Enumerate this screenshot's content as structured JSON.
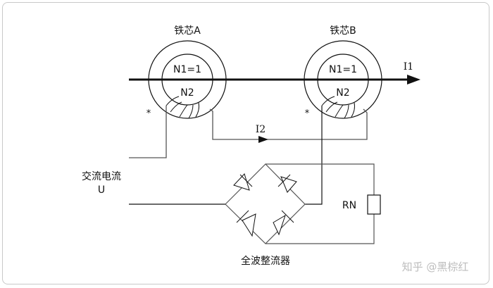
{
  "diagram": {
    "title": "Current transformer with full-wave rectifier circuit",
    "cores": [
      {
        "name": "铁芯A",
        "primary": "N1=1",
        "secondary": "N2",
        "dot_marker": "*"
      },
      {
        "name": "铁芯B",
        "primary": "N1=1",
        "secondary": "N2",
        "dot_marker": "*"
      }
    ],
    "currents": {
      "primary": "I1",
      "secondary": "I2"
    },
    "source": {
      "line1": "交流电流",
      "line2": "U"
    },
    "rectifier_label": "全波整流器",
    "resistor_label": "RN",
    "colors": {
      "line": "#111111",
      "wire": "#555555",
      "watermark": "#bdbdbd",
      "frame": "#c8c8c8"
    }
  },
  "watermark": "知乎 @黑棕红"
}
